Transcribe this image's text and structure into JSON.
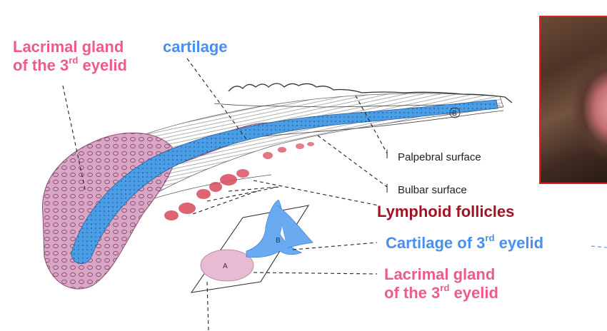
{
  "labels": {
    "lacrimal_top_line1": "Lacrimal gland",
    "lacrimal_top_line2_pre": "of the 3",
    "lacrimal_top_sup": "rd",
    "lacrimal_top_line2_post": " eyelid",
    "cartilage": "cartilage",
    "palpebral": "Palpebral surface",
    "bulbar": "Bulbar surface",
    "lymphoid": "Lymphoid follicles",
    "cartilage3_pre": "Cartilage of 3",
    "cartilage3_sup": "rd",
    "cartilage3_post": " eyelid",
    "lacrimal_bottom_line1": "Lacrimal gland",
    "lacrimal_bottom_line2_pre": "of the 3",
    "lacrimal_bottom_sup": "rd",
    "lacrimal_bottom_line2_post": " eyelid"
  },
  "drawing_letters": {
    "a": "A",
    "b": "B"
  },
  "colors": {
    "label_pink": "#ef5a8c",
    "label_blue": "#4a8ff0",
    "label_dark_red": "#a01323",
    "cartilage_fill": "#4a9ee6",
    "gland_fill": "#d9a6c4",
    "follicle_fill": "#d8485a",
    "photo_border": "#e02020"
  }
}
